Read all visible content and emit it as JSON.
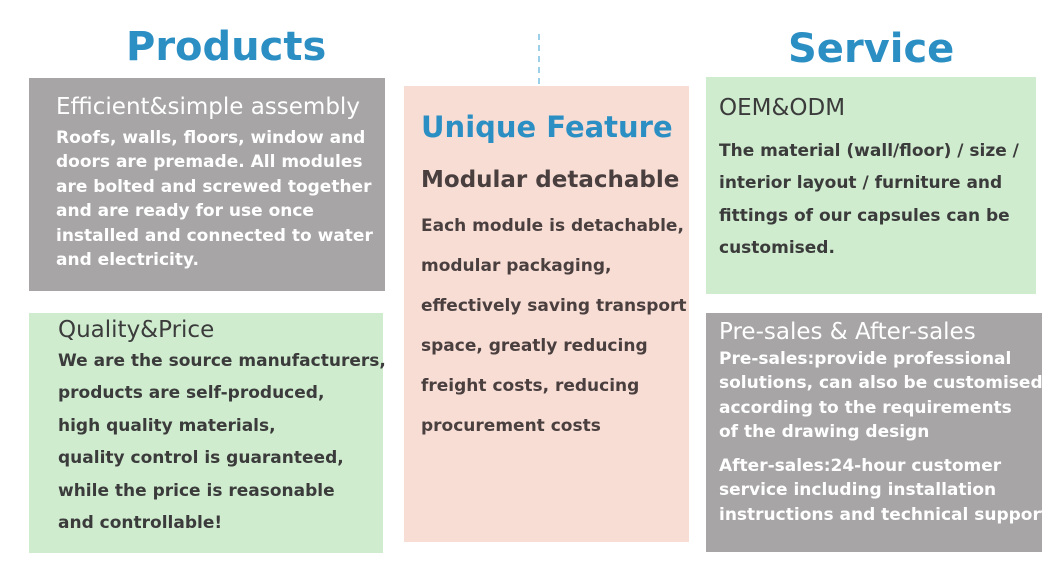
{
  "products": {
    "heading": "Products",
    "efficient": {
      "title": "Efficient&simple assembly",
      "lines": [
        "Roofs, walls, floors, window and",
        "doors are premade. All modules",
        "are bolted and screwed together",
        "and are ready for use once",
        "installed and connected to water",
        "and electricity."
      ]
    },
    "quality": {
      "title": "Quality&Price",
      "lines": [
        "We are the source manufacturers,",
        "products are self-produced,",
        "high quality materials,",
        "quality control is guaranteed,",
        "while the price is reasonable",
        "and controllable!"
      ]
    }
  },
  "unique": {
    "heading": "Unique Feature",
    "title": "Modular detachable",
    "lines": [
      "Each module is detachable,",
      "modular packaging,",
      "effectively saving transport",
      "space, greatly reducing",
      "freight costs, reducing",
      "procurement costs"
    ]
  },
  "service": {
    "heading": "Service",
    "oem": {
      "title": "OEM&ODM",
      "lines": [
        "The material (wall/floor) / size /",
        "interior layout / furniture and",
        "fittings of our capsules can be",
        "customised."
      ]
    },
    "sales": {
      "title": "Pre-sales & After-sales",
      "presales_lines": [
        "Pre-sales:provide professional",
        "solutions, can also be customised",
        "according to the requirements",
        "of the drawing design"
      ],
      "aftersales_lines": [
        "After-sales:24-hour customer",
        "service including installation",
        "instructions and technical support"
      ]
    }
  },
  "colors": {
    "heading_blue": "#2b8fc4",
    "gray_card": "#a7a5a6",
    "green_card": "#cfeccf",
    "pink_card": "#f8ddd5"
  }
}
